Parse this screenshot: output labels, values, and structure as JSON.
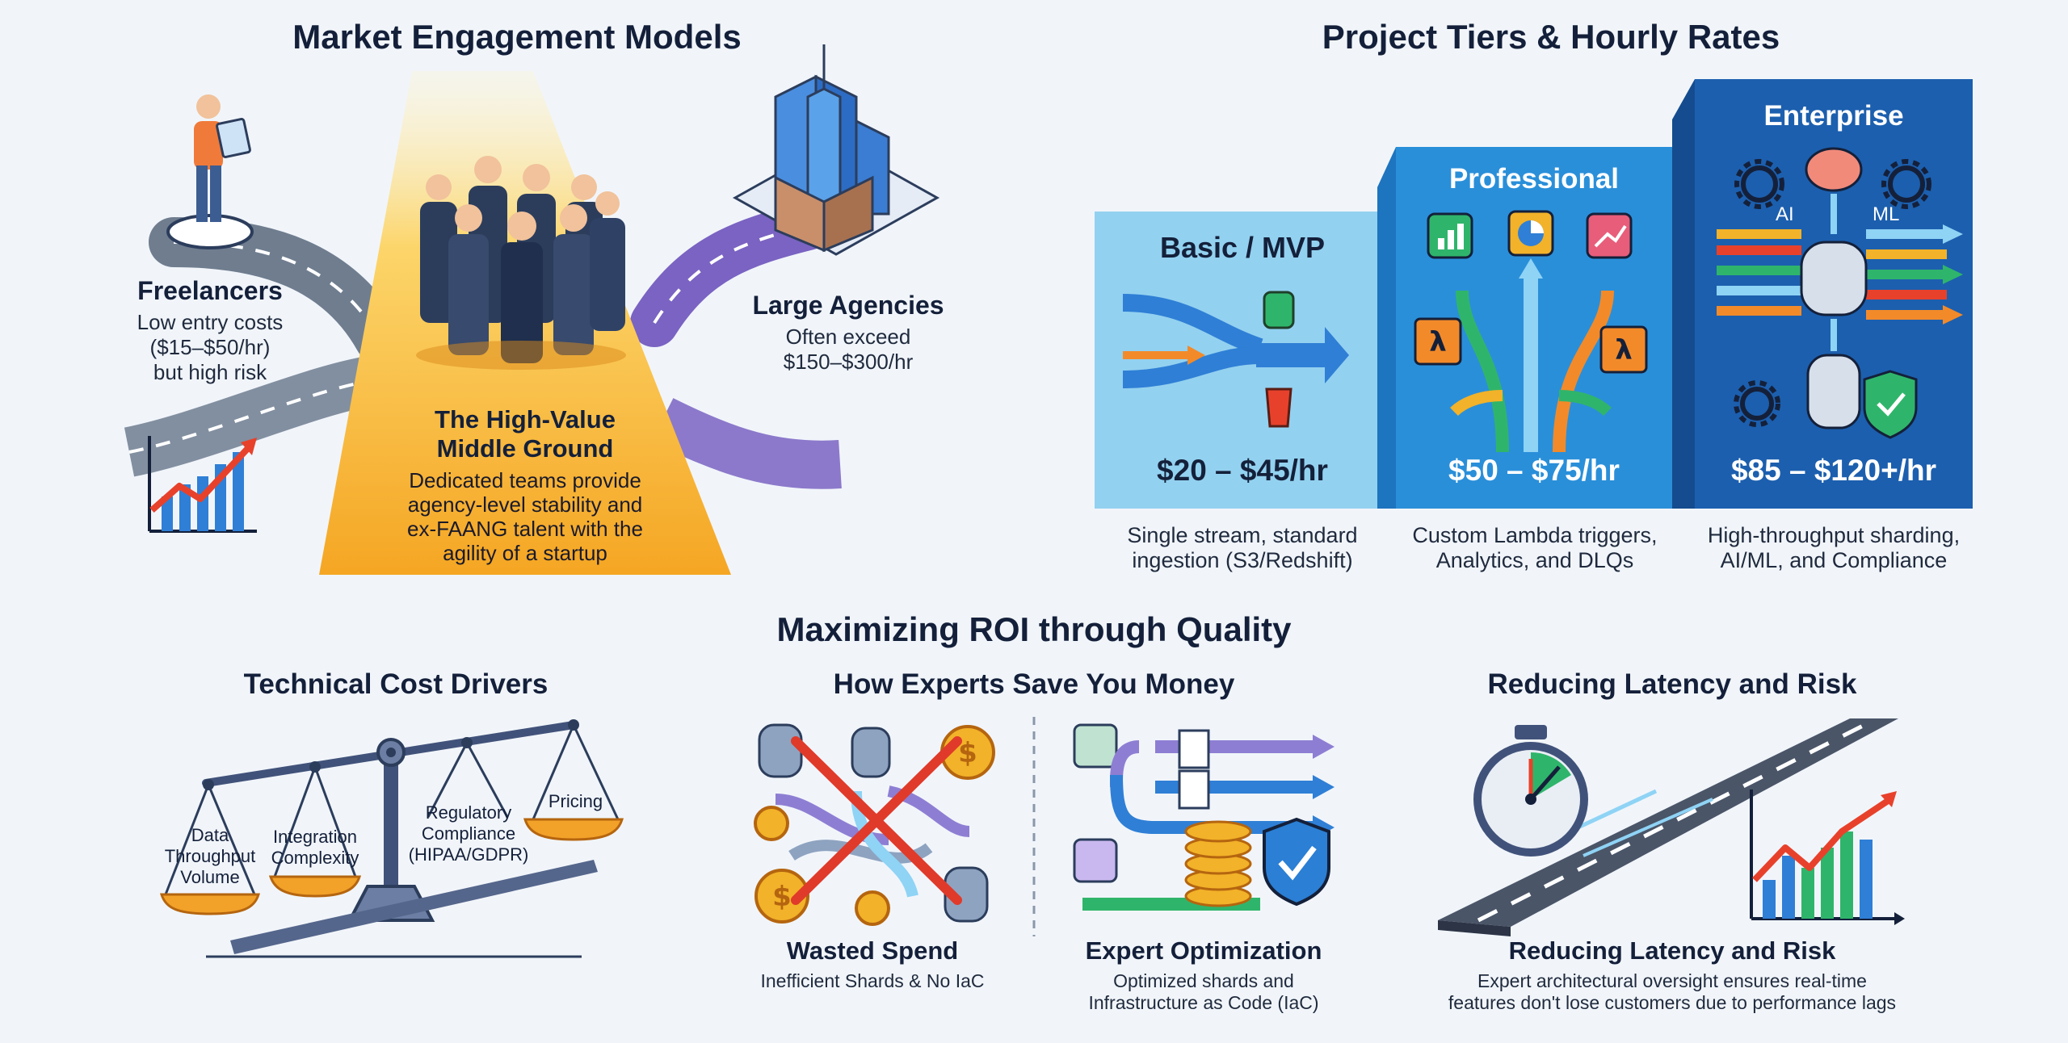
{
  "market": {
    "title": "Market Engagement Models",
    "freelancers": {
      "title": "Freelancers",
      "lines": [
        "Low entry costs",
        "($15–$50/hr)",
        "but high risk"
      ]
    },
    "middle": {
      "title_lines": [
        "The High-Value",
        "Middle Ground"
      ],
      "lines": [
        "Dedicated teams provide",
        "agency-level stability and",
        "ex-FAANG talent with the",
        "agility of a startup"
      ]
    },
    "agencies": {
      "title": "Large Agencies",
      "lines": [
        "Often exceed",
        "$150–$300/hr"
      ]
    }
  },
  "tiers": {
    "title": "Project Tiers & Hourly Rates",
    "items": [
      {
        "name": "Basic / MVP",
        "price": "$20 – $45/hr",
        "desc_lines": [
          "Single stream, standard",
          "ingestion (S3/Redshift)"
        ]
      },
      {
        "name": "Professional",
        "price": "$50 – $75/hr",
        "desc_lines": [
          "Custom Lambda triggers,",
          "Analytics, and DLQs"
        ]
      },
      {
        "name": "Enterprise",
        "price": "$85 – $120+/hr",
        "desc_lines": [
          "High-throughput sharding,",
          "AI/ML, and Compliance"
        ],
        "badges": [
          "AI",
          "ML"
        ]
      }
    ]
  },
  "roi": {
    "title": "Maximizing ROI through Quality",
    "cost_drivers": {
      "title": "Technical Cost Drivers",
      "pans": [
        {
          "lines": [
            "Data",
            "Throughput",
            "Volume"
          ]
        },
        {
          "lines": [
            "Integration",
            "Complexity"
          ]
        },
        {
          "lines": [
            "Regulatory",
            "Compliance",
            "(HIPAA/GDPR)"
          ]
        },
        {
          "lines": [
            "Pricing"
          ]
        }
      ]
    },
    "experts": {
      "title": "How Experts Save You Money",
      "wasted": {
        "title": "Wasted Spend",
        "lines": [
          "Inefficient Shards & No IaC"
        ]
      },
      "optimized": {
        "title": "Expert Optimization",
        "lines": [
          "Optimized shards and",
          "Infrastructure as Code (IaC)"
        ]
      }
    },
    "latency": {
      "title": "Reducing Latency and Risk",
      "caption_title": "Reducing Latency and Risk",
      "lines": [
        "Expert architectural oversight ensures real-time",
        "features don't lose customers due to performance lags"
      ]
    }
  },
  "colors": {
    "navy": "#14203a",
    "basic_panel": "#93d1f0",
    "professional_panel": "#2a8fd9",
    "enterprise_panel": "#1c5fae",
    "middle_gold": "#f5b431",
    "road": "#6f7d8f",
    "purple_road": "#7a63c2",
    "chart_red": "#e8412b",
    "chart_blue": "#2f7fd6",
    "coin_gold": "#f2b229",
    "shield_blue": "#2b7fd4",
    "arrow_green": "#2fb56b"
  }
}
